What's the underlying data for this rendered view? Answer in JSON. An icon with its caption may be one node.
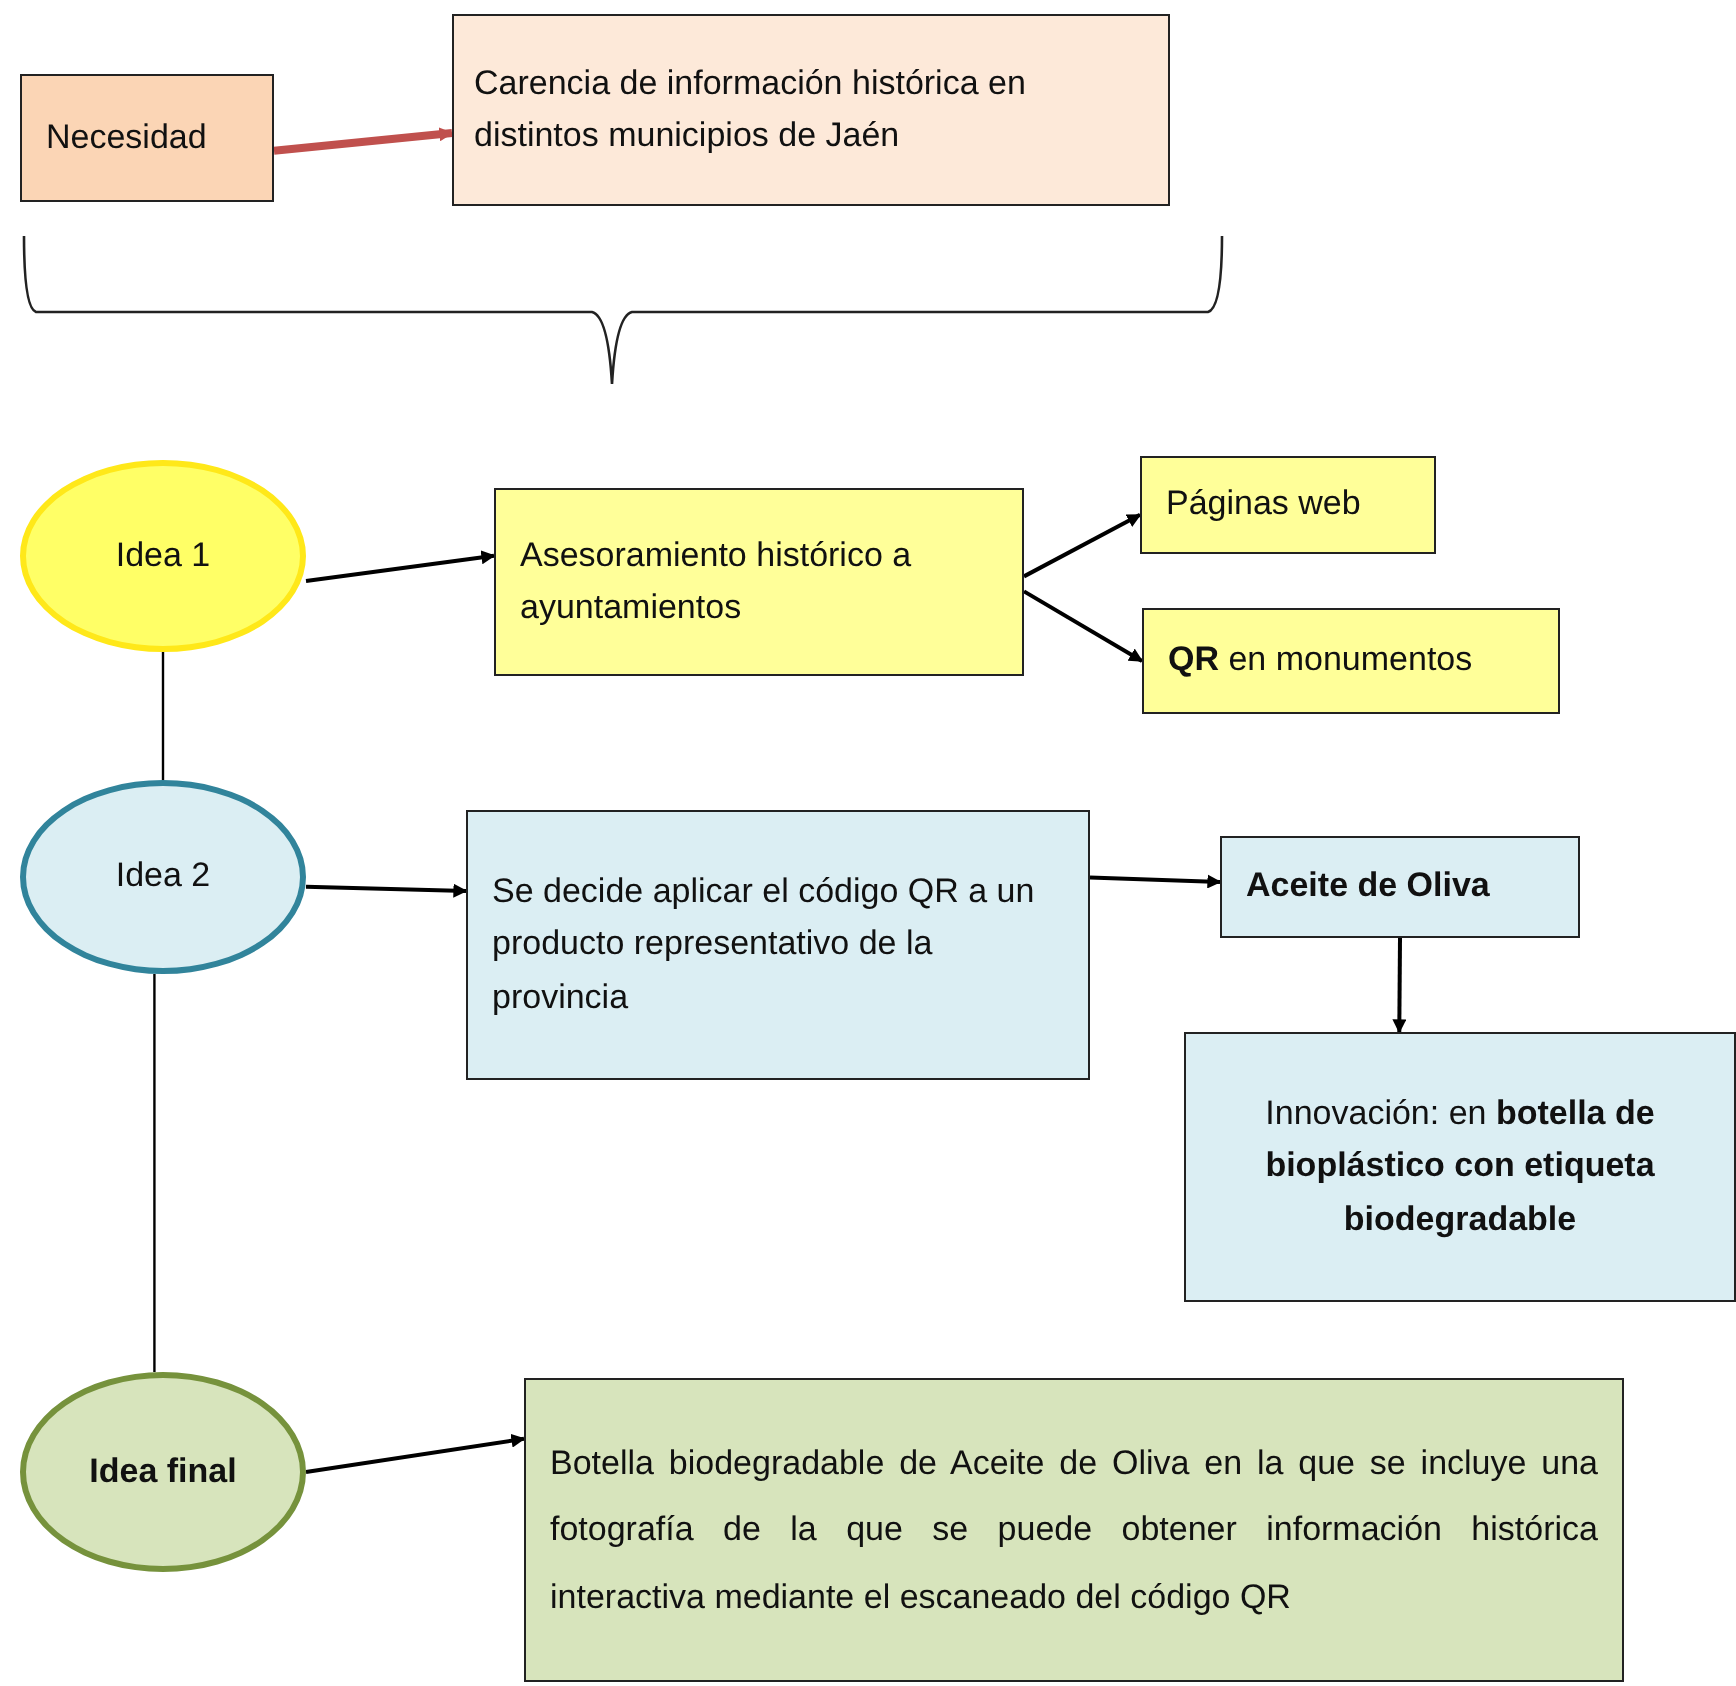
{
  "diagram": {
    "nodes": [
      {
        "text": [
          "Necesidad"
        ]
      },
      {
        "text": [
          "Carencia de información histórica en distintos municipios de Jaén"
        ]
      },
      {
        "text": [
          "Idea 1"
        ]
      },
      {
        "text": [
          "Asesoramiento histórico a ayuntamientos"
        ]
      },
      {
        "text": [
          "Páginas web"
        ]
      },
      {
        "text": [
          "**QR** en monumentos"
        ]
      },
      {
        "text": [
          "Idea 2"
        ]
      },
      {
        "text": [
          "Se decide aplicar el código QR a un producto representativo de la provincia"
        ]
      },
      {
        "text": [
          "Aceite de Oliva"
        ]
      },
      {
        "text": [
          "Innovación: en **botella de bioplástico con etiqueta biodegradable**"
        ]
      },
      {
        "text": [
          "Idea final"
        ]
      },
      {
        "text": [
          "Botella biodegradable de Aceite de Oliva en la que se incluye una fotografía de la que se puede obtener información histórica interactiva mediante el escaneado del código QR"
        ]
      }
    ],
    "edges": [
      {
        "from": 0,
        "to": 1,
        "arrow": "to",
        "style": "thick",
        "color": "#c0504d"
      },
      {
        "from": 2,
        "to": 3,
        "arrow": "to"
      },
      {
        "from": 3,
        "to": 4,
        "arrow": "to"
      },
      {
        "from": 3,
        "to": 5,
        "arrow": "to"
      },
      {
        "from": 2,
        "to": 6,
        "arrow": "none"
      },
      {
        "from": 6,
        "to": 7,
        "arrow": "to"
      },
      {
        "from": 7,
        "to": 8,
        "arrow": "to"
      },
      {
        "from": 8,
        "to": 9,
        "arrow": "to"
      },
      {
        "from": 6,
        "to": 10,
        "arrow": "none"
      },
      {
        "from": 10,
        "to": 11,
        "arrow": "to"
      }
    ]
  }
}
